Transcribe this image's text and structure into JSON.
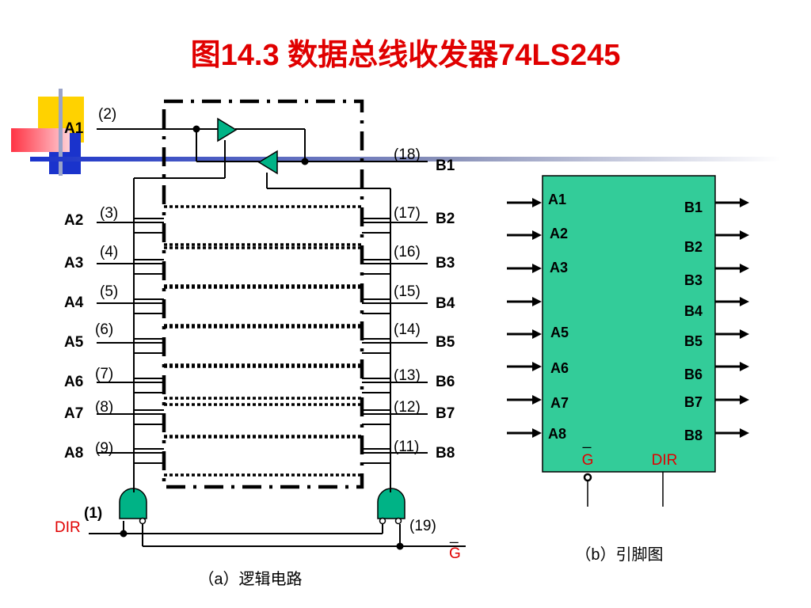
{
  "title": "图14.3   数据总线收发器74LS245",
  "caption_a": "（a）逻辑电路",
  "caption_b": "（b）引脚图",
  "colors": {
    "title": "#e00000",
    "gate_fill": "#00b386",
    "chip_fill": "#33cc99",
    "deco_yellow": "#ffd200",
    "deco_blue": "#1a33cc",
    "deco_red": "#ff3344"
  },
  "logic": {
    "a_labels": [
      "A1",
      "A2",
      "A3",
      "A4",
      "A5",
      "A6",
      "A7",
      "A8"
    ],
    "a_pins": [
      "(2)",
      "(3)",
      "(4)",
      "(5)",
      "(6)",
      "(7)",
      "(8)",
      "(9)"
    ],
    "b_labels": [
      "B1",
      "B2",
      "B3",
      "B4",
      "B5",
      "B6",
      "B7",
      "B8"
    ],
    "b_pins": [
      "(18)",
      "(17)",
      "(16)",
      "(15)",
      "(14)",
      "(13)",
      "(12)",
      "(11)"
    ],
    "dir_label": "DIR",
    "dir_pin": "(1)",
    "g_label": "G",
    "g_bar": "_",
    "g_pin": "(19)"
  },
  "chip": {
    "a_labels": [
      "A1",
      "A2",
      "A3",
      "",
      "A5",
      "A6",
      "A7",
      "A8"
    ],
    "b_labels": [
      "B1",
      "B2",
      "B3",
      "B4",
      "B5",
      "B6",
      "B7",
      "B8"
    ],
    "g_label": "G",
    "g_bar": "_",
    "dir_label": "DIR"
  }
}
